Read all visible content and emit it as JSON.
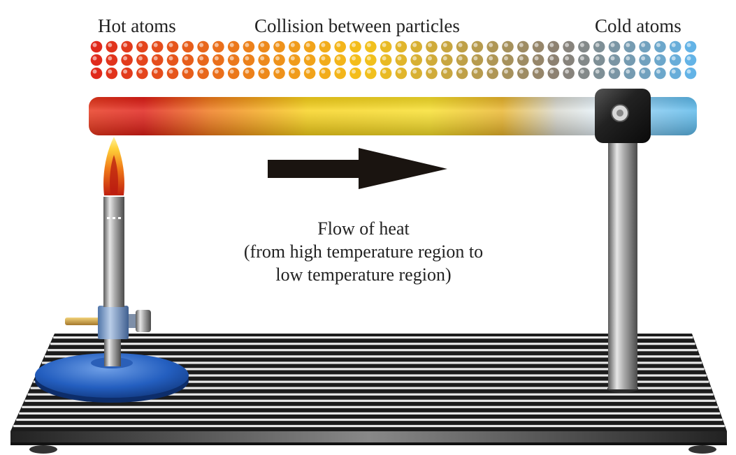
{
  "labels": {
    "hot_atoms": "Hot atoms",
    "collision": "Collision between particles",
    "cold_atoms": "Cold atoms"
  },
  "flow_text": {
    "line1": "Flow of heat",
    "line2": "(from high temperature region to",
    "line3": "low temperature region)"
  },
  "colors": {
    "hot": "#e02a1c",
    "warm": "#f5c21a",
    "mid": "#8a7f74",
    "cold": "#63b3e6",
    "burner_base": "#1d5bb5",
    "arrow": "#1a1410"
  },
  "icons": {
    "arrow": "right-arrow-icon",
    "burner": "bunsen-burner-icon",
    "stand": "retort-stand-icon"
  }
}
